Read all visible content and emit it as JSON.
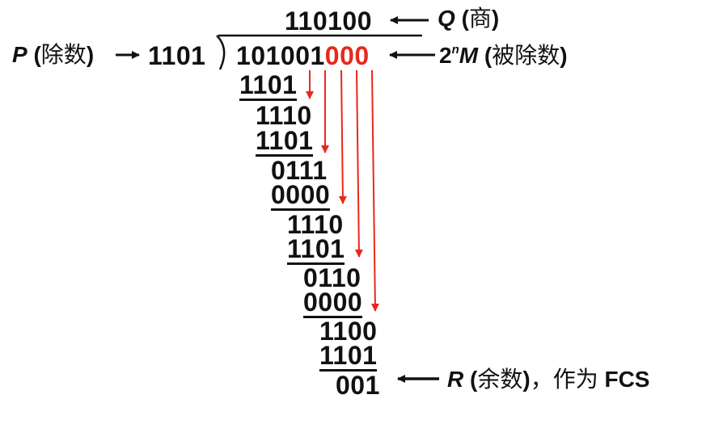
{
  "quotient": "110100",
  "quotient_label": {
    "symbol": "Q",
    "open": "(",
    "cjk": "商",
    "close": ")"
  },
  "divisor": "1101",
  "divisor_label": {
    "symbol": "P",
    "open": "(",
    "cjk": "除数",
    "close": ")"
  },
  "dividend_main": "101001",
  "dividend_appended": "000",
  "dividend_label": {
    "prefix": "2",
    "sup": "n",
    "symbol": "M",
    "open": "(",
    "cjk": "被除数",
    "close": ")"
  },
  "steps": [
    {
      "value": "1101",
      "underlined": true
    },
    {
      "value": "1110",
      "underlined": false
    },
    {
      "value": "1101",
      "underlined": true
    },
    {
      "value": "0111",
      "underlined": false
    },
    {
      "value": "0000",
      "underlined": true
    },
    {
      "value": "1110",
      "underlined": false
    },
    {
      "value": "1101",
      "underlined": true
    },
    {
      "value": "0110",
      "underlined": false
    },
    {
      "value": "0000",
      "underlined": true
    },
    {
      "value": "1100",
      "underlined": false
    },
    {
      "value": "1101",
      "underlined": true
    }
  ],
  "remainder": "001",
  "remainder_label": {
    "symbol": "R",
    "open": "(",
    "cjk": "余数",
    "close": ")",
    "cjk_suffix": "，作为",
    "suffix": "FCS"
  },
  "colors": {
    "text": "#111111",
    "highlight": "#e8281c",
    "arrow": "#e8281c"
  }
}
